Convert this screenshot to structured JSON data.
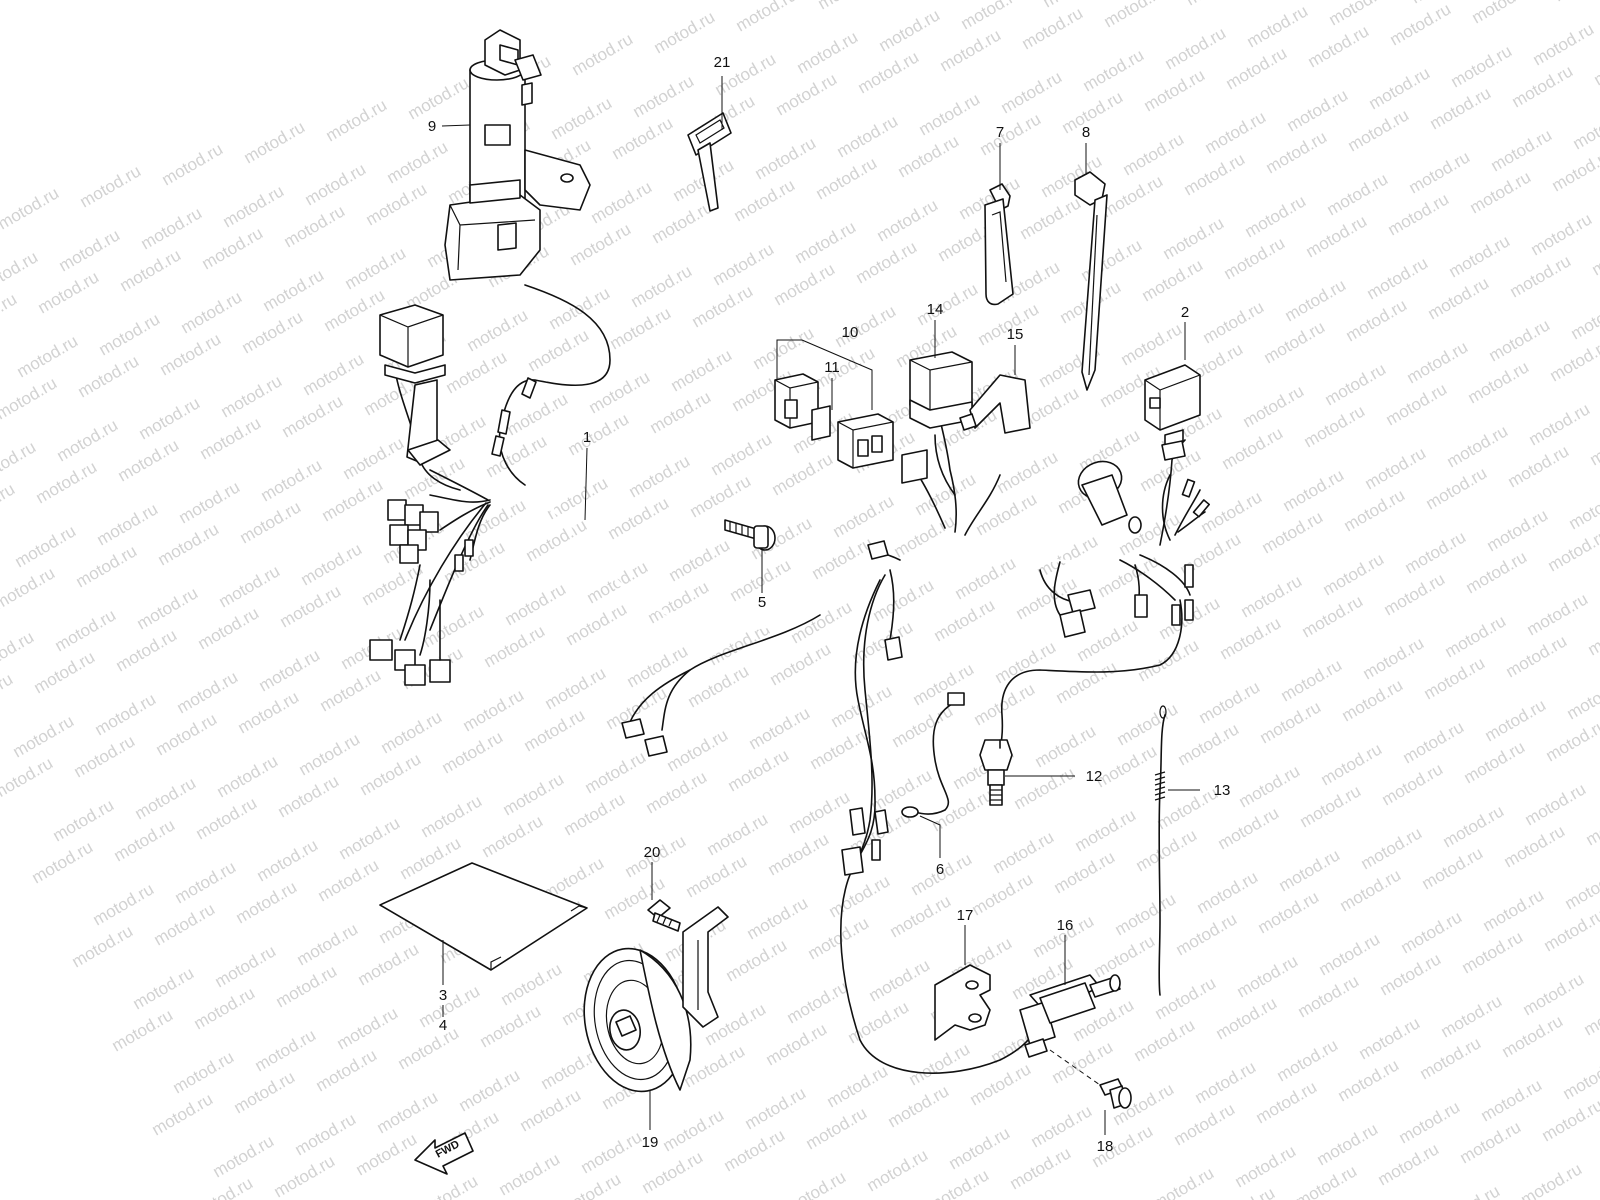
{
  "watermark": "motod.ru",
  "callouts": {
    "c1": "1",
    "c2": "2",
    "c3": "3",
    "c4": "4",
    "c5": "5",
    "c6": "6",
    "c7": "7",
    "c8": "8",
    "c9": "9",
    "c10": "10",
    "c11": "11",
    "c12": "12",
    "c13": "13",
    "c14": "14",
    "c15": "15",
    "c16": "16",
    "c17": "17",
    "c18": "18",
    "c19": "19",
    "c20": "20",
    "c21": "21"
  },
  "fwd_label": "FWD"
}
